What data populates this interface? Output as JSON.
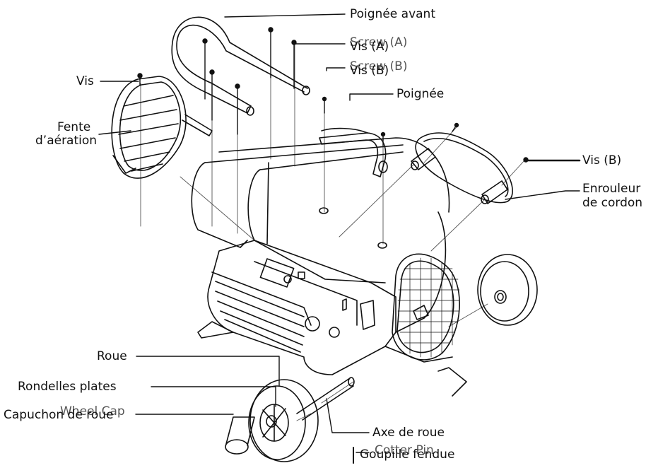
{
  "labels": {
    "poignee_avant": "Poignée avant",
    "screw_a": "Screw (A)",
    "vis_a": "Vis (A)",
    "screw_b": "Screw (B)",
    "vis_b_top": "Vis (B)",
    "poignee": "Poignée",
    "vis": "Vis",
    "fente_line1": "Fente",
    "fente_line2": "d’aération",
    "vis_b_right": "Vis (B)",
    "enrouleur_line1": "Enrouleur",
    "enrouleur_line2": "de cordon",
    "roue": "Roue",
    "rondelles": "Rondelles plates",
    "wheel_cap": "Wheel Cap",
    "capuchon": "Capuchon de roue",
    "axe": "Axe de roue",
    "cotter_pin": "Cotter Pin",
    "goupille": "Goupille fendue"
  },
  "colors": {
    "line": "#111111",
    "text": "#111111"
  }
}
